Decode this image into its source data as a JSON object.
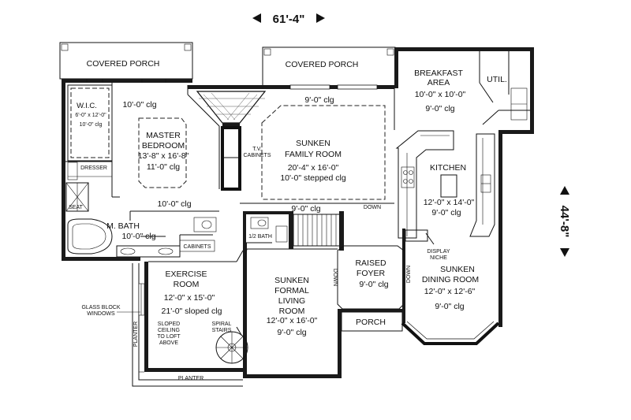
{
  "dimensions": {
    "width": "61'-4\"",
    "depth": "44'-8\""
  },
  "rooms": {
    "covered_porch_left": "COVERED PORCH",
    "covered_porch_center": "COVERED PORCH",
    "breakfast": {
      "name1": "BREAKFAST",
      "name2": "AREA",
      "size": "10'-0\" x 10'-0\"",
      "ceiling": "9'-0\" clg"
    },
    "utility": "UTIL.",
    "wic": {
      "name": "W.I.C.",
      "size": "6'-0\" x 12'-0\"",
      "ceiling": "10'-0\" clg"
    },
    "master": {
      "ceiling_top": "10'-0\" clg",
      "name1": "MASTER",
      "name2": "BEDROOM",
      "size": "13'-8\" x 16'-8\"",
      "ceiling": "11'-0\" clg",
      "ceiling_bottom": "10'-0\" clg"
    },
    "family": {
      "ceiling_top": "9'-0\" clg",
      "name1": "SUNKEN",
      "name2": "FAMILY ROOM",
      "size": "20'-4\" x 16'-0\"",
      "ceiling": "10'-0\" stepped clg",
      "ceiling_bottom": "9'-0\" clg"
    },
    "tv_cabinets": {
      "line1": "T.V.",
      "line2": "CABINETS"
    },
    "kitchen": {
      "name": "KITCHEN",
      "size": "12'-0\" x 14'-0\"",
      "ceiling": "9'-0\" clg"
    },
    "dresser": "DRESSER",
    "seat": "SEAT",
    "mbath": {
      "name": "M. BATH",
      "ceiling": "10'-0\" clg"
    },
    "half_bath": "1/2 BATH",
    "cabinets": "CABINETS",
    "display_niche": {
      "line1": "DISPLAY",
      "line2": "NICHE"
    },
    "down_labels": [
      "DOWN",
      "DOWN",
      "DOWN"
    ],
    "exercise": {
      "name1": "EXERCISE",
      "name2": "ROOM",
      "size": "12'-0\" x 15'-0\"",
      "ceiling": "21'-0\" sloped clg"
    },
    "living": {
      "name1": "SUNKEN",
      "name2": "FORMAL",
      "name3": "LIVING",
      "name4": "ROOM",
      "size": "12'-0\" x 16'-0\"",
      "ceiling": "9'-0\" clg"
    },
    "foyer": {
      "name1": "RAISED",
      "name2": "FOYER",
      "ceiling": "9'-0\" clg"
    },
    "dining": {
      "name1": "SUNKEN",
      "name2": "DINING ROOM",
      "size": "12'-0\" x 12'-6\"",
      "ceiling": "9'-0\" clg"
    },
    "porch_front": "PORCH",
    "glass_block": {
      "line1": "GLASS BLOCK",
      "line2": "WINDOWS"
    },
    "planter_side": "PLANTER",
    "planter_bottom": "PLANTER",
    "sloped_ceiling": {
      "line1": "SLOPED",
      "line2": "CEILING",
      "line3": "TO LOFT",
      "line4": "ABOVE"
    },
    "spiral_stairs": {
      "line1": "SPIRAL",
      "line2": "STAIRS"
    }
  }
}
